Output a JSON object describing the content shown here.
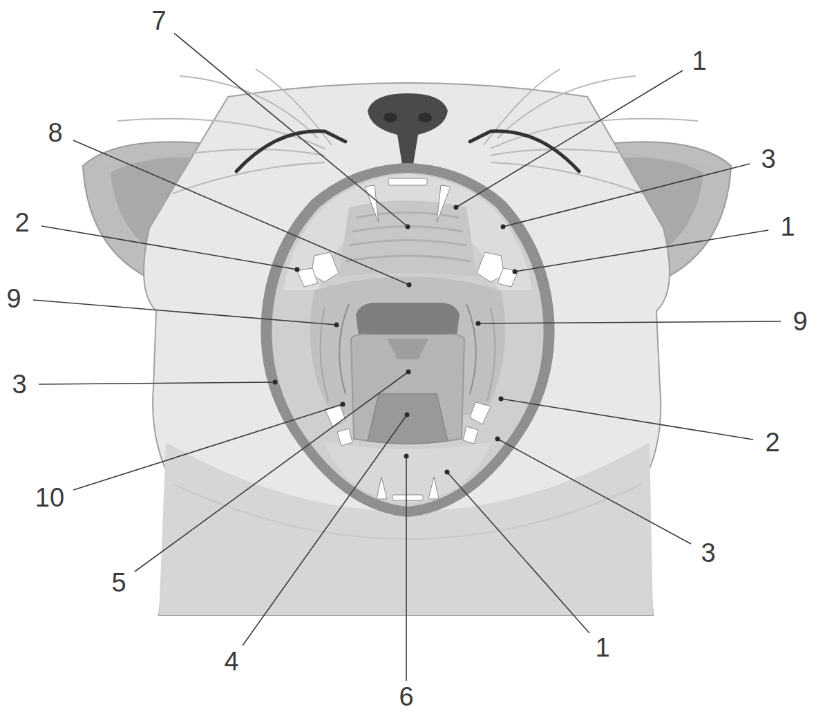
{
  "diagram": {
    "labels": [
      "7",
      "1",
      "8",
      "3",
      "2",
      "1",
      "9",
      "9",
      "3",
      "2",
      "10",
      "3",
      "5",
      "1",
      "4",
      "6"
    ]
  }
}
